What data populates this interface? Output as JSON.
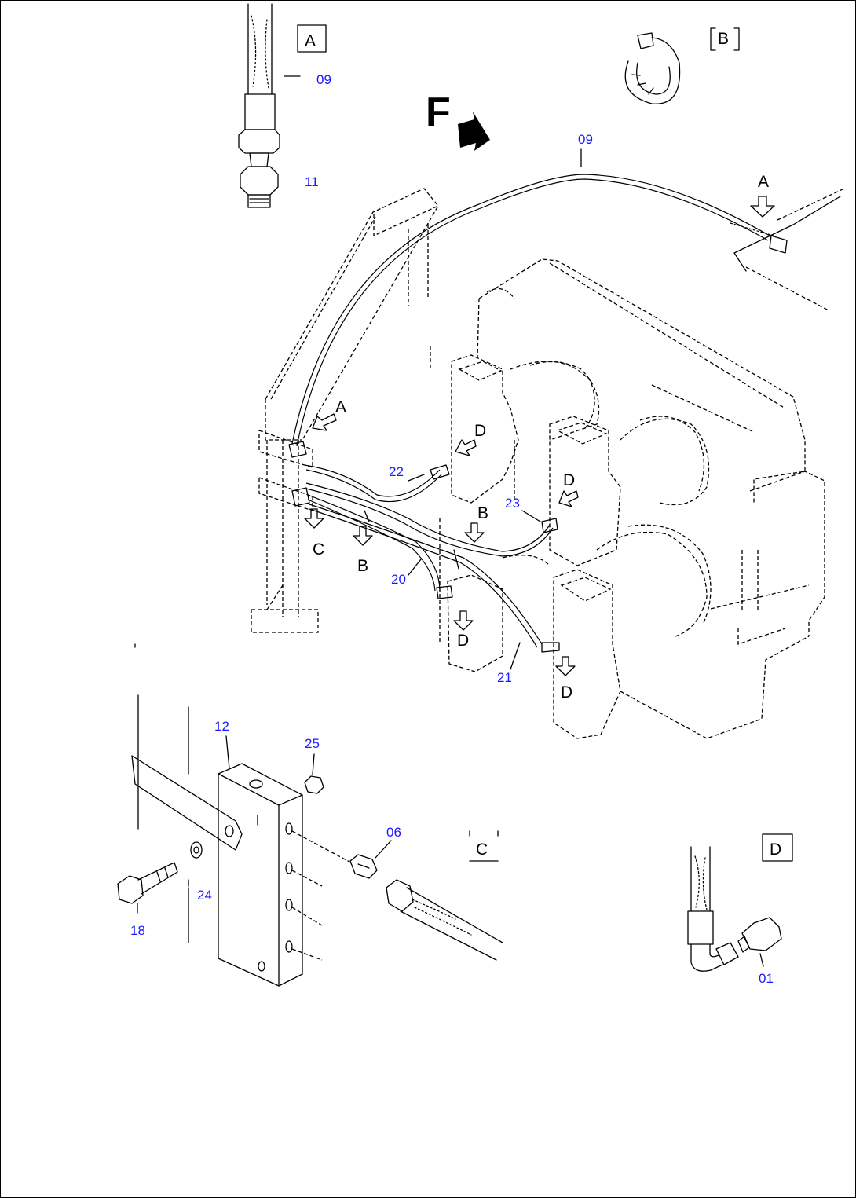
{
  "colors": {
    "callout": "#1a1aff",
    "line": "#000000",
    "background": "#ffffff"
  },
  "callouts": {
    "c09a": "09",
    "c11": "11",
    "c09b": "09",
    "c22": "22",
    "c23": "23",
    "c20": "20",
    "c21": "21",
    "c12": "12",
    "c25": "25",
    "c06": "06",
    "c24": "24",
    "c18": "18",
    "c01": "01"
  },
  "detail_views": {
    "a": "A",
    "b": "B",
    "c": "C",
    "d": "D"
  },
  "direction_marker": {
    "letter": "F"
  },
  "arrow_labels": {
    "a_top": "A",
    "a_left": "A",
    "b1": "B",
    "b2": "B",
    "c": "C",
    "d1": "D",
    "d2": "D",
    "d3": "D",
    "d4": "D"
  }
}
